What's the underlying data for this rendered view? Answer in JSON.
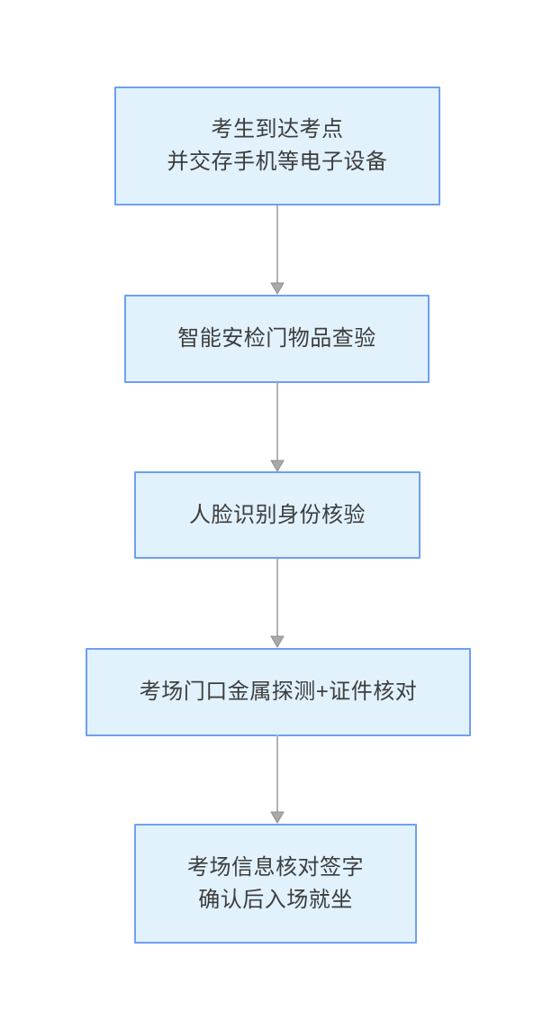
{
  "diagram": {
    "type": "flowchart",
    "direction": "top-down",
    "steps": [
      {
        "lines": [
          "考生到达考点",
          "并交存手机等电子设备"
        ]
      },
      {
        "lines": [
          "智能安检门物品查验"
        ]
      },
      {
        "lines": [
          "人脸识别身份核验"
        ]
      },
      {
        "lines": [
          "考场门口金属探测+证件核对"
        ]
      },
      {
        "lines": [
          "考场信息核对签字",
          "确认后入场就坐"
        ]
      }
    ],
    "connections": [
      {
        "from": 0,
        "to": 1,
        "style": "arrow-down"
      },
      {
        "from": 1,
        "to": 2,
        "style": "arrow-down"
      },
      {
        "from": 2,
        "to": 3,
        "style": "arrow-down"
      },
      {
        "from": 3,
        "to": 4,
        "style": "arrow-down"
      }
    ]
  },
  "colors": {
    "background": "#ffffff",
    "box_fill": "#e1f2fd",
    "box_border": "#6f9ff2",
    "text": "#3d3d3d",
    "arrow_line": "#b3b3b3",
    "arrow_head": "#a9a9a9"
  }
}
